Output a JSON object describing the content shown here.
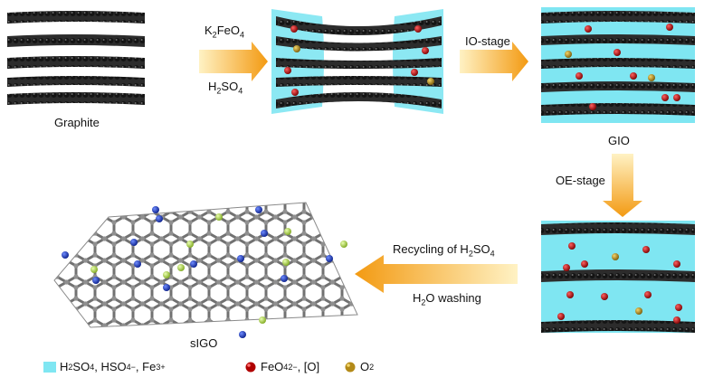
{
  "labels": {
    "graphite": "Graphite",
    "gio": "GIO",
    "sigo": "sIGO",
    "io_stage": "IO-stage",
    "oe_stage": "OE-stage",
    "reagent1_main": "K",
    "reagent1_sub1": "2",
    "reagent1_mid": "FeO",
    "reagent1_sub2": "4",
    "reagent2_main": "H",
    "reagent2_sub1": "2",
    "reagent2_mid": "SO",
    "reagent2_sub2": "4",
    "recycling_pre": "Recycling of H",
    "recycling_sub1": "2",
    "recycling_mid": "SO",
    "recycling_sub2": "4",
    "washing_main": "H",
    "washing_sub": "2",
    "washing_rest": "O washing"
  },
  "legend": {
    "item1_a": "H",
    "item1_sub1": "2",
    "item1_b": "SO",
    "item1_sub2": "4",
    "item1_c": ", HSO",
    "item1_sub3": "4",
    "item1_sup1": "−",
    "item1_d": ", Fe",
    "item1_sup2": "3+",
    "item2_a": "FeO",
    "item2_sub": "4",
    "item2_sup": "2−",
    "item2_b": ", [O]",
    "item3_a": "O",
    "item3_sub": "2"
  },
  "colors": {
    "acid_region": "#7fe6f2",
    "feo4_sphere": "#b00000",
    "o2_sphere": "#b38a18",
    "arrow": "#f7a21b",
    "graphite_layer": "#2a2a2a",
    "sigo_carbon": "#9a9a9a",
    "sigo_nitrogen": "#1f3ec2",
    "sigo_fluorine": "#b8e04a"
  }
}
